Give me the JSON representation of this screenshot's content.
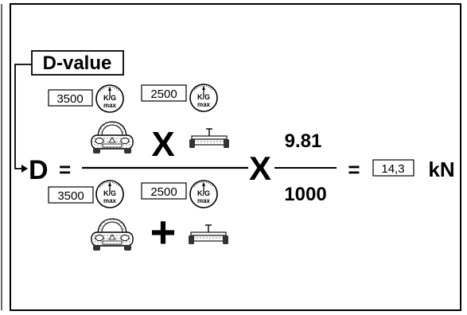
{
  "title": "D-value",
  "formula": {
    "lhs": "D",
    "equals": "=",
    "multiply_sign": "X",
    "plus_sign": "+",
    "factor_numerator": "9.81",
    "factor_denominator": "1000",
    "result_value": "14,3",
    "result_unit": "kN"
  },
  "numerator": {
    "tractor_mass": "3500",
    "trailer_mass": "2500"
  },
  "denominator": {
    "tractor_mass": "3500",
    "trailer_mass": "2500"
  },
  "gauge": {
    "unit": "K/G",
    "label": "max"
  },
  "icons": [
    "gauge-icon",
    "car-icon",
    "trailer-icon"
  ]
}
